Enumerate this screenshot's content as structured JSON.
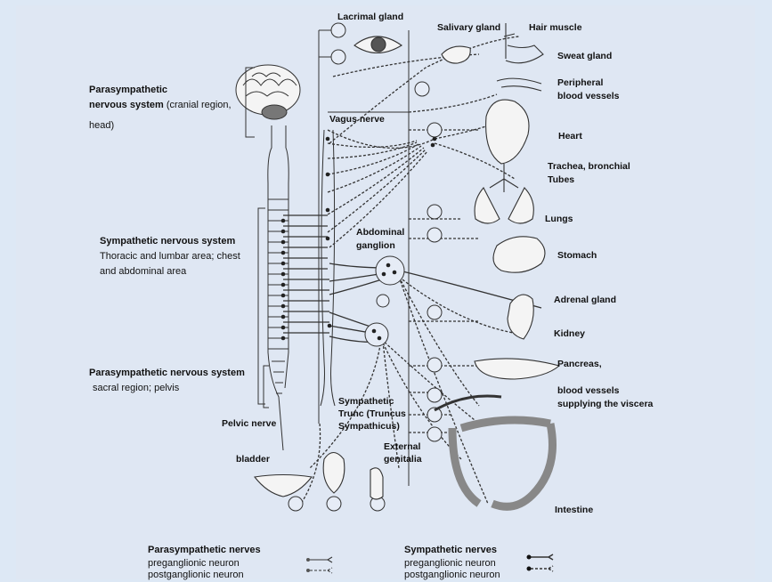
{
  "colors": {
    "background": "#dfe7f3",
    "line": "#333333",
    "organ": "#f4f4f4"
  },
  "labels": {
    "lacrimal_gland": "Lacrimal gland",
    "salivary_gland": "Salivary gland",
    "hair_muscle": "Hair muscle",
    "sweat_gland": "Sweat gland",
    "peripheral_vessels_1": "Peripheral",
    "peripheral_vessels_2": "blood vessels",
    "vagus_nerve": "Vagus nerve",
    "heart": "Heart",
    "trachea_1": "Trachea, bronchial",
    "trachea_2": "Tubes",
    "lungs": "Lungs",
    "abdominal_ganglion_1": "Abdominal",
    "abdominal_ganglion_2": "ganglion",
    "stomach": "Stomach",
    "adrenal_gland": "Adrenal gland",
    "kidney": "Kidney",
    "pancreas": "Pancreas,",
    "viscera_vessels_1": "blood vessels",
    "viscera_vessels_2": "supplying the viscera",
    "sympathetic_trunc_1": "Sympathetic",
    "sympathetic_trunc_2": "Trunc (Truncus",
    "sympathetic_trunc_3": "Sympathicus)",
    "external_genitalia_1": "External",
    "external_genitalia_2": "genitalia",
    "pelvic_nerve": "Pelvic nerve",
    "bladder": "bladder",
    "intestine": "Intestine"
  },
  "regions": {
    "cranial": {
      "title_1": "Parasympathetic",
      "title_2": "nervous system",
      "rest_1": " (cranial region,",
      "rest_2": "head)"
    },
    "thoracic": {
      "title": "Sympathetic nervous system",
      "line_1": "Thoracic and lumbar area; chest",
      "line_2": "and abdominal area"
    },
    "sacral": {
      "title": "Parasympathetic nervous system",
      "line_1": "sacral region; pelvis"
    }
  },
  "legend": {
    "parasympathetic": {
      "title": "Parasympathetic nerves",
      "pre": "preganglionic neuron",
      "post": "postganglionic neuron"
    },
    "sympathetic": {
      "title": "Sympathetic nerves",
      "pre": "preganglionic neuron",
      "post": "postganglionic neuron"
    }
  }
}
